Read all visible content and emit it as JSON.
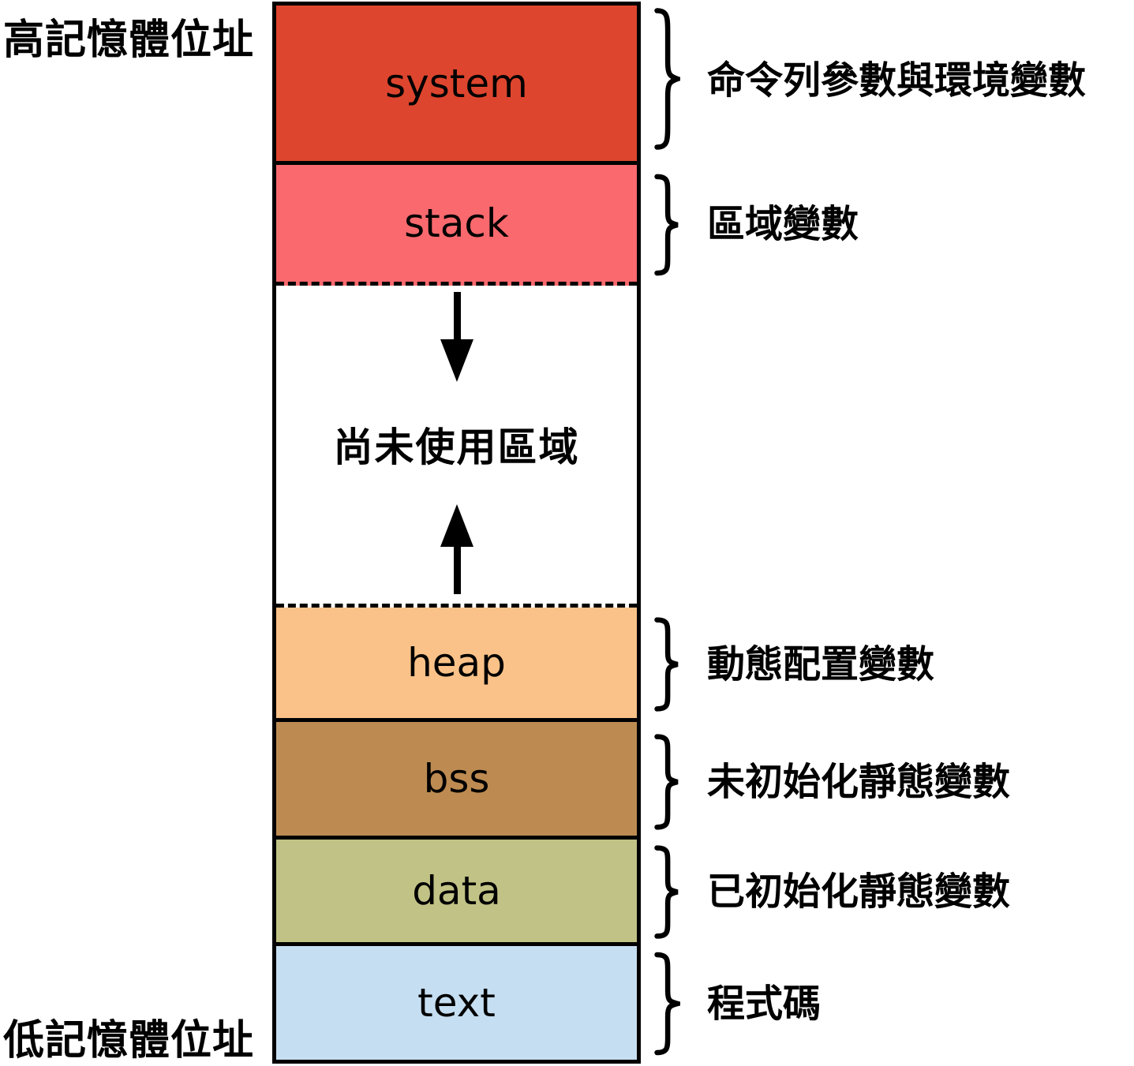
{
  "diagram": {
    "left_labels": {
      "high_address": "高記憶體位址",
      "low_address": "低記憶體位址"
    },
    "unused_region": {
      "label": "尚未使用區域"
    },
    "segments": [
      {
        "name": "system",
        "label": "system",
        "color": "#de452e",
        "annotation": "命令列參數與環境變數"
      },
      {
        "name": "stack",
        "label": "stack",
        "color": "#f9696e",
        "annotation": "區域變數"
      },
      {
        "name": "heap",
        "label": "heap",
        "color": "#fac288",
        "annotation": "動態配置變數"
      },
      {
        "name": "bss",
        "label": "bss",
        "color": "#bd8b51",
        "annotation": "未初始化靜態變數"
      },
      {
        "name": "data",
        "label": "data",
        "color": "#c1c285",
        "annotation": "已初始化靜態變數"
      },
      {
        "name": "text",
        "label": "text",
        "color": "#c6def1",
        "annotation": "程式碼"
      }
    ],
    "colors": {
      "border": "#000000",
      "background": "#ffffff",
      "arrow": "#000000"
    }
  }
}
